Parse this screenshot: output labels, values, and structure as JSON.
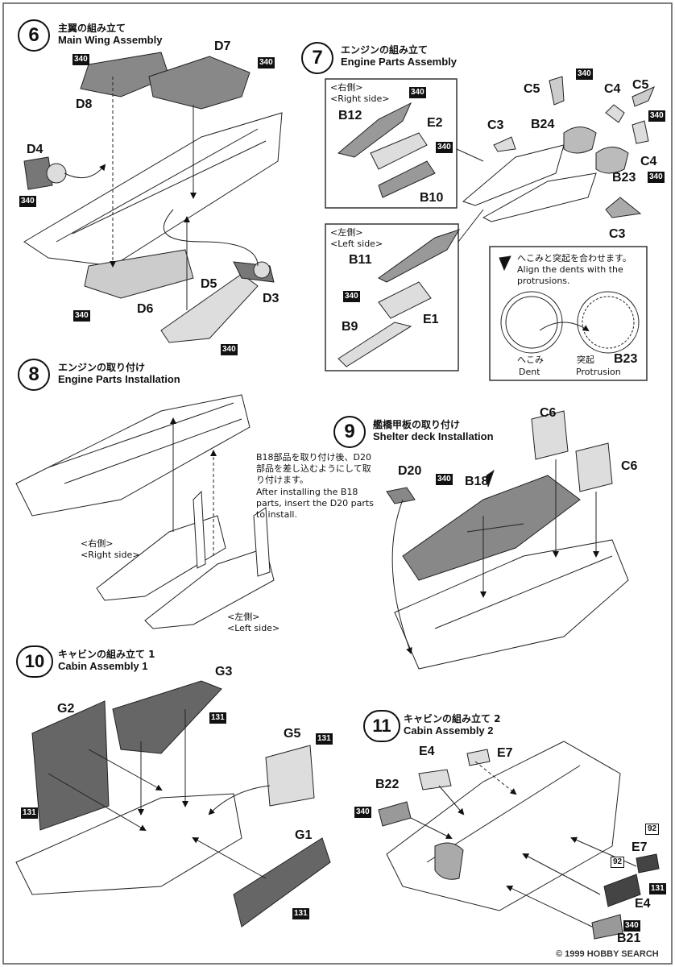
{
  "steps": [
    {
      "num": "6",
      "jp": "主翼の組み立て",
      "en": "Main Wing Assembly"
    },
    {
      "num": "7",
      "jp": "エンジンの組み立て",
      "en": "Engine Parts Assembly"
    },
    {
      "num": "8",
      "jp": "エンジンの取り付け",
      "en": "Engine Parts Installation"
    },
    {
      "num": "9",
      "jp": "艦橋甲板の取り付け",
      "en": "Shelter deck Installation"
    },
    {
      "num": "10",
      "jp": "キャビンの組み立て 1",
      "en": "Cabin Assembly 1"
    },
    {
      "num": "11",
      "jp": "キャビンの組み立て 2",
      "en": "Cabin Assembly 2"
    }
  ],
  "colors": {
    "c340": "340",
    "c131": "131",
    "c92": "92"
  },
  "step6": {
    "parts": [
      "D7",
      "D8",
      "D4",
      "D6",
      "D5",
      "D3"
    ]
  },
  "step7": {
    "right_side": "<右側>",
    "right_side_en": "<Right side>",
    "left_side": "<左側>",
    "left_side_en": "<Left side>",
    "parts": [
      "B12",
      "E2",
      "B10",
      "B11",
      "E1",
      "B9",
      "C5",
      "C4",
      "C3",
      "B24",
      "B23"
    ],
    "tip_jp": "へこみと突起を合わせます。",
    "tip_en": "Align the dents with the protrusions.",
    "dent_jp": "へこみ",
    "dent_en": "Dent",
    "prot_jp": "突起",
    "prot_en": "Protrusion"
  },
  "step8": {
    "right_side": "<右側>",
    "right_side_en": "<Right side>",
    "left_side": "<左側>",
    "left_side_en": "<Left side>"
  },
  "step9": {
    "note_jp": "B18部品を取り付け後、D20部品を差し込むようにして取り付けます。",
    "note_en": "After installing the B18 parts, insert the D20 parts to install.",
    "parts": [
      "D20",
      "B18",
      "C6",
      "C6"
    ]
  },
  "step10": {
    "parts": [
      "G3",
      "G2",
      "G5",
      "G1"
    ]
  },
  "step11": {
    "parts": [
      "E4",
      "E7",
      "B22",
      "E7",
      "E4",
      "B21"
    ]
  },
  "watermark": "© 1999 HOBBY SEARCH"
}
